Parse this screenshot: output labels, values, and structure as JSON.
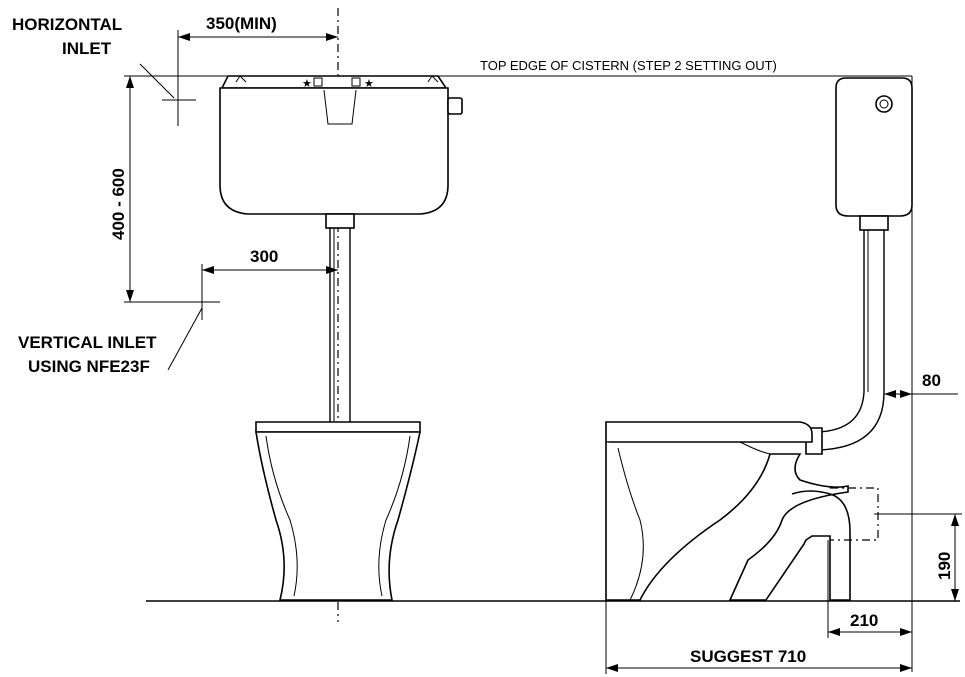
{
  "labels": {
    "horizontal_inlet_1": "HORIZONTAL",
    "horizontal_inlet_2": "INLET",
    "min_350": "350(MIN)",
    "top_edge": "TOP EDGE OF CISTERN (STEP 2 SETTING OUT)",
    "range_400_600": "400 - 600",
    "dim_300": "300",
    "vertical_inlet_1": "VERTICAL INLET",
    "vertical_inlet_2": "USING NFE23F",
    "dim_80": "80",
    "dim_190": "190",
    "dim_210": "210",
    "suggest_710": "SUGGEST 710"
  }
}
